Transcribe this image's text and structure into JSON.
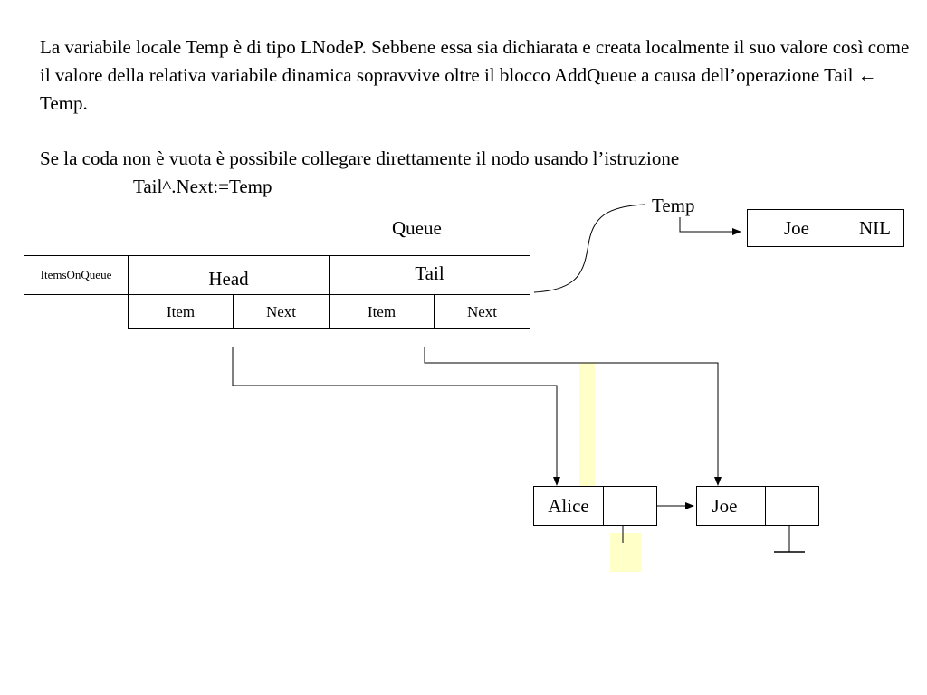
{
  "text": {
    "paragraph1": "La variabile locale Temp è di tipo LNodeP. Sebbene essa sia dichiarata e creata localmente il suo valore così come il valore della relativa variabile dinamica sopravvive oltre il blocco AddQueue a causa dell’operazione Tail ← Temp.",
    "paragraph2": "Se la coda non è vuota è possibile collegare direttamente il nodo usando l’istruzione",
    "code": "Tail^.Next:=Temp"
  },
  "queue": {
    "title": "Queue",
    "items_on_queue": "ItemsOnQueue",
    "head": "Head",
    "tail": "Tail",
    "head_item": "Item",
    "head_next": "Next",
    "tail_item": "Item",
    "tail_next": "Next"
  },
  "temp": {
    "label": "Temp",
    "node_item": "Joe",
    "node_next": "NIL"
  },
  "list": {
    "node1_item": "Alice",
    "node2_item": "Joe"
  },
  "colors": {
    "highlight": "#ffffc8",
    "line": "#000000"
  }
}
